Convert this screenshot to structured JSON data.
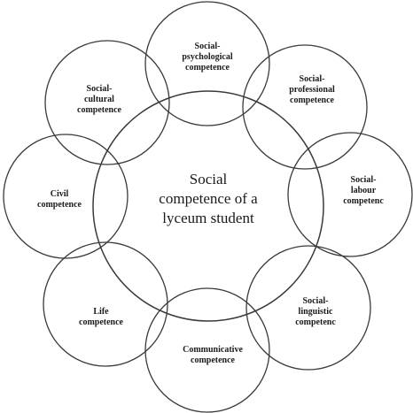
{
  "diagram": {
    "center": {
      "lines": [
        "Social",
        "competence of a",
        "lyceum student"
      ]
    },
    "satellites": [
      {
        "key": "social-psychological",
        "lines": [
          "Social-",
          "psychological",
          "competence"
        ]
      },
      {
        "key": "social-professional",
        "lines": [
          "Social-",
          "professional",
          "competence"
        ]
      },
      {
        "key": "social-labour",
        "lines": [
          "Social-",
          "labour",
          "competenc"
        ]
      },
      {
        "key": "social-linguistic",
        "lines": [
          "Social-",
          "linguistic",
          "competenc"
        ]
      },
      {
        "key": "communicative",
        "lines": [
          "Communicative",
          "competence"
        ]
      },
      {
        "key": "life",
        "lines": [
          "Life",
          "competence"
        ]
      },
      {
        "key": "civil",
        "lines": [
          "Civil",
          "competence"
        ]
      },
      {
        "key": "social-cultural",
        "lines": [
          "Social-",
          "cultural",
          "competence"
        ]
      }
    ]
  }
}
